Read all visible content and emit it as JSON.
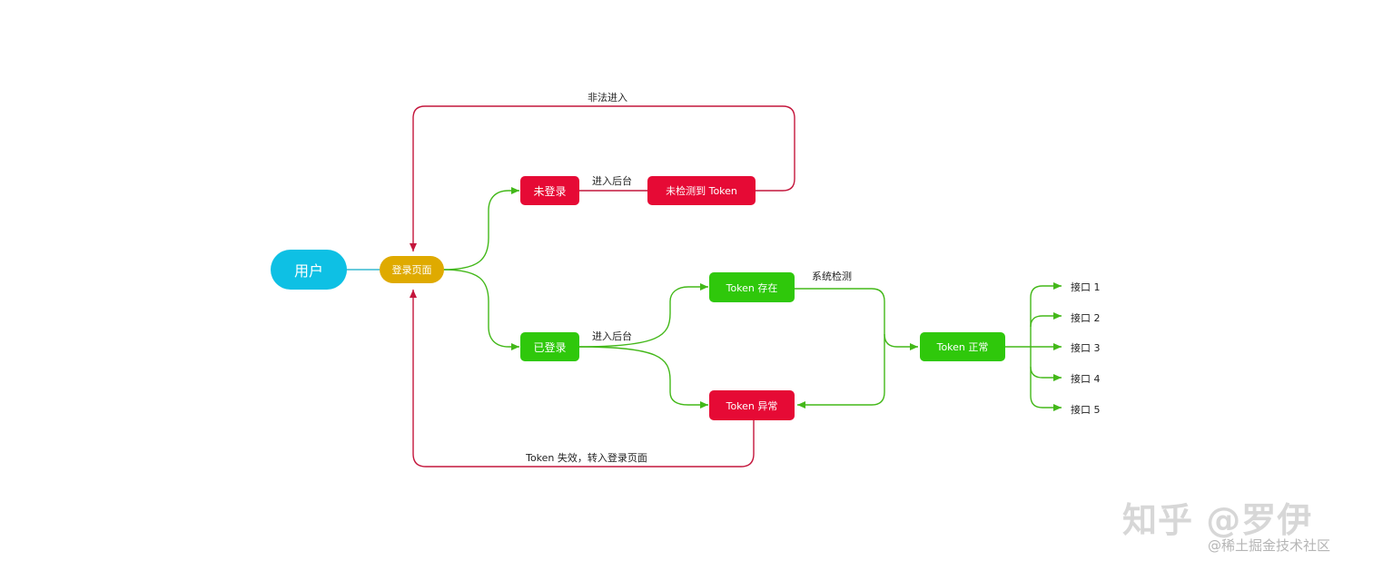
{
  "colors": {
    "user": "#0ec0e4",
    "login_page": "#dfaa00",
    "red": "#e60a35",
    "green": "#2fc80b",
    "red_line": "#c4163c",
    "green_line": "#43b819",
    "user_line": "#37b9d0"
  },
  "nodes": {
    "user": "用户",
    "login_page": "登录页面",
    "not_logged_in": "未登录",
    "no_token": "未检测到 Token",
    "logged_in": "已登录",
    "token_exists": "Token 存在",
    "token_error": "Token 异常",
    "token_ok": "Token 正常"
  },
  "edge_labels": {
    "illegal_entry": "非法进入",
    "enter_backend_top": "进入后台",
    "enter_backend_bottom": "进入后台",
    "system_check": "系统检测",
    "token_invalid": "Token 失效，转入登录页面"
  },
  "apis": [
    "接口 1",
    "接口 2",
    "接口 3",
    "接口 4",
    "接口 5"
  ],
  "watermark": {
    "zhihu": "知乎 @罗伊",
    "juejin": "@稀土掘金技术社区"
  }
}
